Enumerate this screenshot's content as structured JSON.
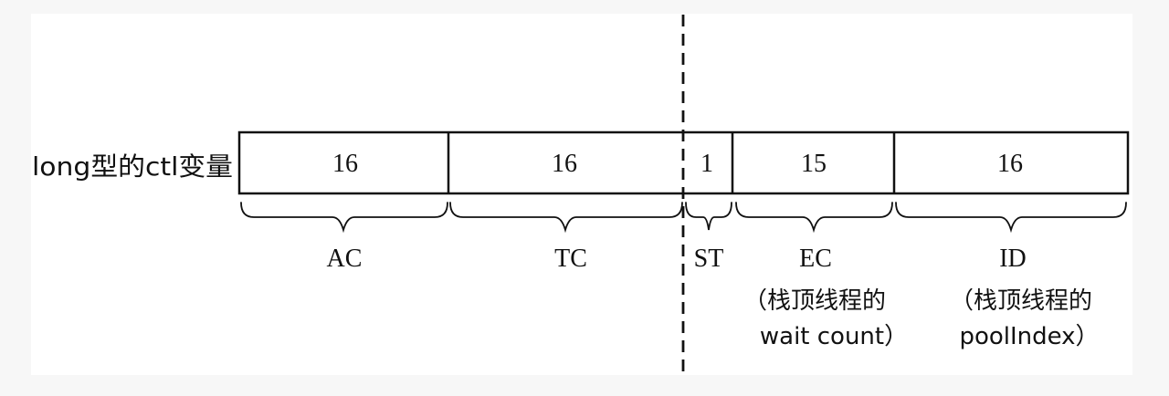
{
  "row_label": "long型的ctl变量",
  "fields": [
    {
      "bits": "16",
      "name": "AC",
      "note": []
    },
    {
      "bits": "16",
      "name": "TC",
      "note": []
    },
    {
      "bits": "1",
      "name": "ST",
      "note": []
    },
    {
      "bits": "15",
      "name": "EC",
      "note": [
        "（栈顶线程的",
        "wait count）"
      ]
    },
    {
      "bits": "16",
      "name": "ID",
      "note": [
        "（栈顶线程的",
        "poolIndex）"
      ]
    }
  ]
}
